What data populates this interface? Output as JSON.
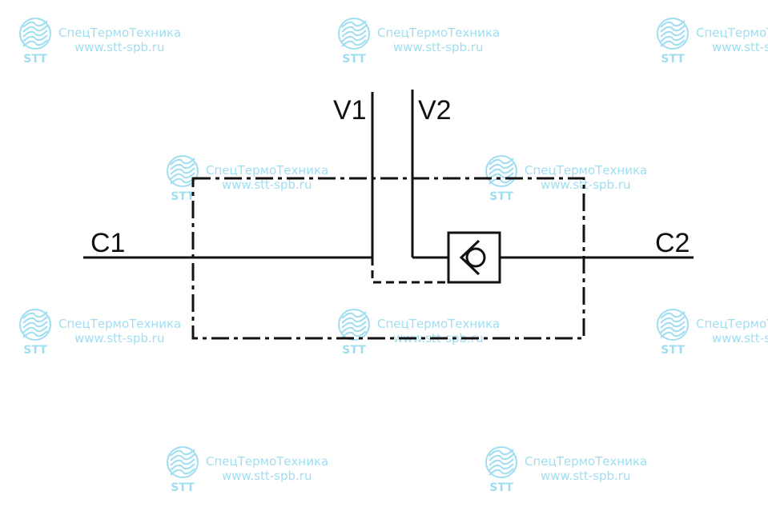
{
  "ports": {
    "c1": "C1",
    "c2": "C2",
    "v1": "V1",
    "v2": "V2"
  },
  "watermark": {
    "company": "СпецТермоТехника",
    "url": "www.stt-spb.ru",
    "abbr": "STT",
    "color": "#8fd8ef"
  },
  "colors": {
    "line": "#111111",
    "background": "#ffffff"
  }
}
